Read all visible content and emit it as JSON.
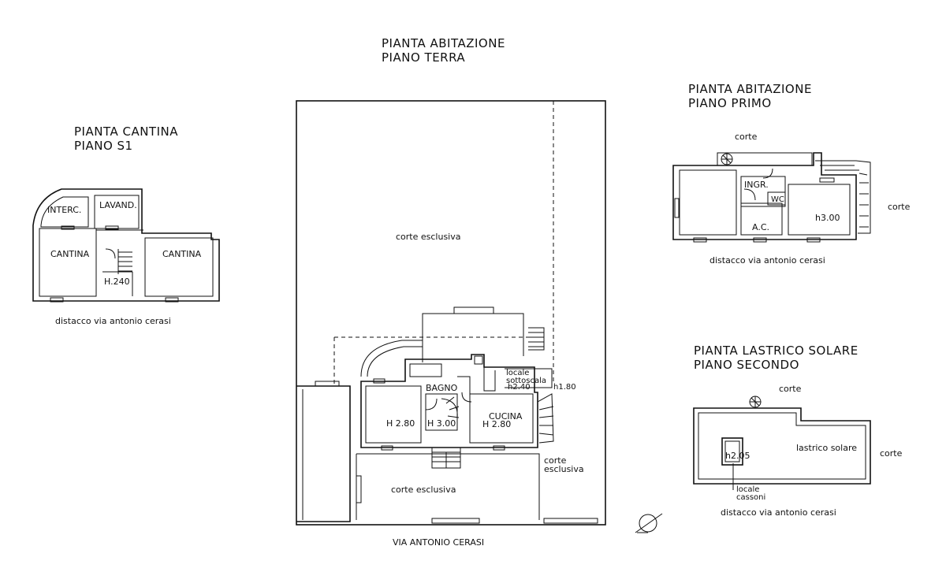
{
  "cantina": {
    "title1": "PIANTA CANTINA",
    "title2": "PIANO S1",
    "rooms": {
      "interc": "INTERC.",
      "lavand": "LAVAND.",
      "cantina_left": "CANTINA",
      "cantina_right": "CANTINA",
      "height": "H.240"
    },
    "distacco": "distacco via antonio cerasi"
  },
  "terra": {
    "title1": "PIANTA ABITAZIONE",
    "title2": "PIANO TERRA",
    "rooms": {
      "corte_top": "corte esclusiva",
      "bagno": "BAGNO",
      "h280_left": "H 2.80",
      "h300": "H 3.00",
      "cucina": "CUCINA",
      "h280_right": "H 2.80",
      "locale1": "locale",
      "locale2": "sottoscala",
      "h240": "h2.40",
      "h180": "h1.80",
      "corte_right1": "corte",
      "corte_right2": "esclusiva",
      "corte_bottom": "corte esclusiva"
    },
    "street": "VIA ANTONIO CERASI"
  },
  "primo": {
    "title1": "PIANTA ABITAZIONE",
    "title2": "PIANO PRIMO",
    "corte_top": "corte",
    "corte_right": "corte",
    "rooms": {
      "ingr": "INGR.",
      "wc": "WC",
      "ac": "A.C.",
      "h300": "h3.00"
    },
    "distacco": "distacco via antonio cerasi"
  },
  "secondo": {
    "title1": "PIANTA LASTRICO SOLARE",
    "title2": "PIANO SECONDO",
    "corte_top": "corte",
    "corte_right": "corte",
    "rooms": {
      "lastrico": "lastrico solare",
      "h205": "h2.05",
      "locale": "locale",
      "cassoni": "cassoni"
    },
    "distacco": "distacco via antonio cerasi"
  },
  "icons": {
    "north": "north-arrow-icon",
    "ac_unit": "ac-fan-icon"
  }
}
